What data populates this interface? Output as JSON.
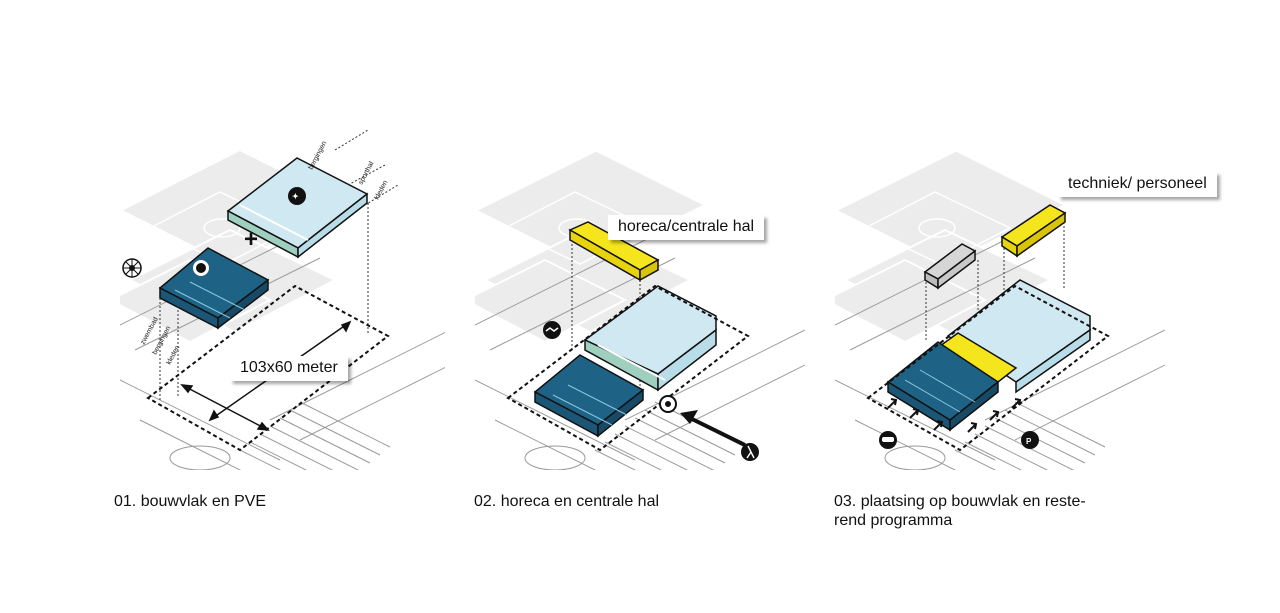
{
  "colors": {
    "dark_block": "#1b5677",
    "dark_block_top": "#1e6386",
    "light_block": "#cfe8f1",
    "light_block_side": "#9fd0bf",
    "yellow": "#f5e51c",
    "grey_block": "#d6d6d6",
    "field": "#ececec",
    "line": "#111111"
  },
  "panel1": {
    "caption": "01. bouwvlak en PVE",
    "dimension_label": "103x60 meter",
    "hall_labels": [
      "bergingen",
      "sporthal",
      "kleden"
    ],
    "pool_labels": [
      "zwembad",
      "bergingen",
      "kleden"
    ],
    "plus": "+"
  },
  "panel2": {
    "caption": "02. horeca en centrale hal",
    "tag": "horeca/centrale hal"
  },
  "panel3": {
    "caption_line1": "03. plaatsing op bouwvlak en reste-",
    "caption_line2": "rend programma",
    "tag": "techniek/ personeel",
    "parking_icon": "P"
  }
}
